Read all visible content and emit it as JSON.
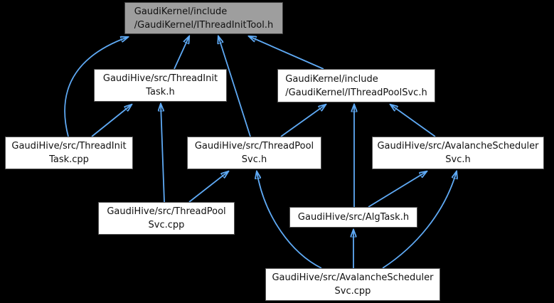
{
  "diagram": {
    "type": "include-dependency-graph",
    "colors": {
      "background": "#000000",
      "edge": "#5faaf5",
      "node_fill": "#ffffff",
      "node_border": "#545454",
      "highlight_node_fill": "#9e9e9e",
      "highlight_node_border": "#424242",
      "text": "#111111"
    },
    "nodes": [
      {
        "id": "ithreadinittool-h",
        "label": "GaudiKernel/include\n/GaudiKernel/IThreadInitTool.h",
        "highlighted": true
      },
      {
        "id": "threadinittask-h",
        "label": "GaudiHive/src/ThreadInit\nTask.h",
        "highlighted": false
      },
      {
        "id": "ithreadpoolsvc-h",
        "label": "GaudiKernel/include\n/GaudiKernel/IThreadPoolSvc.h",
        "highlighted": false
      },
      {
        "id": "threadinittask-cpp",
        "label": "GaudiHive/src/ThreadInit\nTask.cpp",
        "highlighted": false
      },
      {
        "id": "threadpoolsvc-h",
        "label": "GaudiHive/src/ThreadPool\nSvc.h",
        "highlighted": false
      },
      {
        "id": "avalancheschedulersvc-h",
        "label": "GaudiHive/src/AvalancheScheduler\nSvc.h",
        "highlighted": false
      },
      {
        "id": "threadpoolsvc-cpp",
        "label": "GaudiHive/src/ThreadPool\nSvc.cpp",
        "highlighted": false
      },
      {
        "id": "algtask-h",
        "label": "GaudiHive/src/AlgTask.h",
        "highlighted": false
      },
      {
        "id": "avalancheschedulersvc-cpp",
        "label": "GaudiHive/src/AvalancheScheduler\nSvc.cpp",
        "highlighted": false
      }
    ],
    "edges": [
      {
        "from": "threadinittask-cpp",
        "to": "ithreadinittool-h"
      },
      {
        "from": "threadinittask-cpp",
        "to": "threadinittask-h"
      },
      {
        "from": "threadinittask-h",
        "to": "ithreadinittool-h"
      },
      {
        "from": "threadpoolsvc-cpp",
        "to": "threadinittask-h"
      },
      {
        "from": "threadpoolsvc-cpp",
        "to": "threadpoolsvc-h"
      },
      {
        "from": "threadpoolsvc-h",
        "to": "ithreadinittool-h"
      },
      {
        "from": "ithreadpoolsvc-h",
        "to": "ithreadinittool-h"
      },
      {
        "from": "threadpoolsvc-h",
        "to": "ithreadpoolsvc-h"
      },
      {
        "from": "algtask-h",
        "to": "ithreadpoolsvc-h"
      },
      {
        "from": "avalancheschedulersvc-h",
        "to": "ithreadpoolsvc-h"
      },
      {
        "from": "algtask-h",
        "to": "avalancheschedulersvc-h"
      },
      {
        "from": "avalancheschedulersvc-cpp",
        "to": "threadpoolsvc-h"
      },
      {
        "from": "avalancheschedulersvc-cpp",
        "to": "algtask-h"
      },
      {
        "from": "avalancheschedulersvc-cpp",
        "to": "avalancheschedulersvc-h"
      }
    ]
  }
}
